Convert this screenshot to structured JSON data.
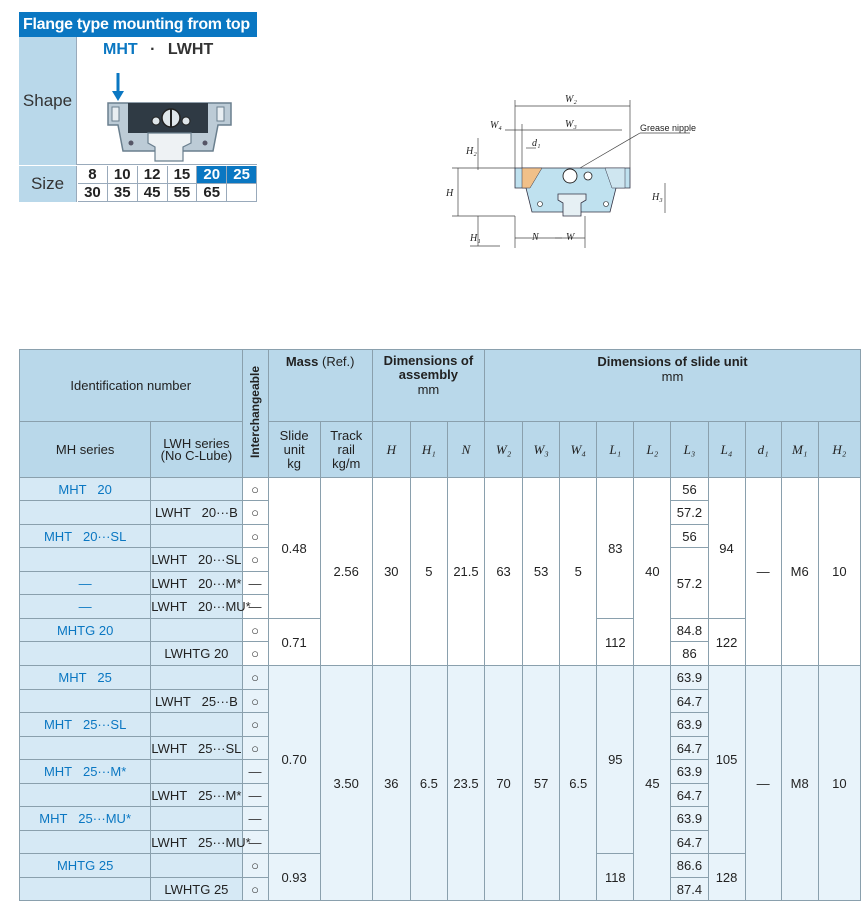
{
  "header": {
    "title": "Flange type mounting from top",
    "model_primary": "MHT",
    "model_separator": "·",
    "model_secondary": "LWHT",
    "shape_label": "Shape",
    "size_label": "Size",
    "sizes_row1": [
      "8",
      "10",
      "12",
      "15",
      "20",
      "25"
    ],
    "sizes_row2": [
      "30",
      "35",
      "45",
      "55",
      "65",
      ""
    ],
    "highlighted_sizes": [
      "20",
      "25"
    ],
    "accent_color": "#0a77c2",
    "label_bg_color": "#b9d8ea"
  },
  "drawing": {
    "labels": {
      "w2": "W₂",
      "w4": "W₄",
      "w3": "W₃",
      "grease": "Grease nipple",
      "h2": "H₂",
      "d1": "d₁",
      "h": "H",
      "h3": "H₃",
      "h1": "H₁",
      "n": "N",
      "w": "W"
    }
  },
  "table": {
    "headers": {
      "identification": "Identification number",
      "interchangeable": "Interchangeable",
      "mass": "Mass",
      "mass_ref": "(Ref.)",
      "assembly_title": "Dimensions of assembly",
      "assembly_unit": "mm",
      "slide_title": "Dimensions of slide unit",
      "slide_unit": "mm",
      "mh_series": "MH series",
      "lwh_series_1": "LWH series",
      "lwh_series_2": "(No C-Lube)",
      "slide_unit_mass_1": "Slide",
      "slide_unit_mass_2": "unit",
      "slide_unit_mass_3": "kg",
      "track_rail_1": "Track",
      "track_rail_2": "rail",
      "track_rail_3": "kg/m",
      "dims": [
        "H",
        "H₁",
        "N",
        "W₂",
        "W₃",
        "W₄",
        "L₁",
        "L₂",
        "L₃",
        "L₄",
        "d₁",
        "M₁",
        "H₂"
      ]
    },
    "group20": {
      "rows": [
        {
          "mh": "MHT   20",
          "lwh": "",
          "sym": "○"
        },
        {
          "mh": "",
          "lwh": "LWHT   20···B",
          "sym": "○"
        },
        {
          "mh": "MHT   20···SL",
          "lwh": "",
          "sym": "○"
        },
        {
          "mh": "",
          "lwh": "LWHT   20···SL",
          "sym": "○"
        },
        {
          "mh": "—",
          "lwh": "LWHT   20···M*",
          "sym": "—"
        },
        {
          "mh": "—",
          "lwh": "LWHT   20···MU*",
          "sym": "—"
        },
        {
          "mh": "MHTG 20",
          "lwh": "",
          "sym": "○"
        },
        {
          "mh": "",
          "lwh": "LWHTG 20",
          "sym": "○"
        }
      ],
      "mass_a": "0.48",
      "mass_b": "0.71",
      "rail": "2.56",
      "H": "30",
      "H1": "5",
      "N": "21.5",
      "W2": "63",
      "W3": "53",
      "W4": "5",
      "L1_a": "83",
      "L1_b": "112",
      "L2": "40",
      "L3": [
        "56",
        "57.2",
        "56",
        "57.2",
        "84.8",
        "86"
      ],
      "L4_a": "94",
      "L4_b": "122",
      "d1": "—",
      "M1": "M6",
      "H2": "10"
    },
    "group25": {
      "rows": [
        {
          "mh": "MHT   25",
          "lwh": "",
          "sym": "○"
        },
        {
          "mh": "",
          "lwh": "LWHT   25···B",
          "sym": "○"
        },
        {
          "mh": "MHT   25···SL",
          "lwh": "",
          "sym": "○"
        },
        {
          "mh": "",
          "lwh": "LWHT   25···SL",
          "sym": "○"
        },
        {
          "mh": "MHT   25···M*",
          "lwh": "",
          "sym": "—"
        },
        {
          "mh": "",
          "lwh": "LWHT   25···M*",
          "sym": "—"
        },
        {
          "mh": "MHT   25···MU*",
          "lwh": "",
          "sym": "—"
        },
        {
          "mh": "",
          "lwh": "LWHT   25···MU*",
          "sym": "—"
        },
        {
          "mh": "MHTG 25",
          "lwh": "",
          "sym": "○"
        },
        {
          "mh": "",
          "lwh": "LWHTG 25",
          "sym": "○"
        }
      ],
      "mass_a": "0.70",
      "mass_b": "0.93",
      "rail": "3.50",
      "H": "36",
      "H1": "6.5",
      "N": "23.5",
      "W2": "70",
      "W3": "57",
      "W4": "6.5",
      "L1_a": "95",
      "L1_b": "118",
      "L2": "45",
      "L3": [
        "63.9",
        "64.7",
        "63.9",
        "64.7",
        "63.9",
        "64.7",
        "63.9",
        "64.7",
        "86.6",
        "87.4"
      ],
      "L4_a": "105",
      "L4_b": "128",
      "d1": "—",
      "M1": "M8",
      "H2": "10"
    }
  }
}
